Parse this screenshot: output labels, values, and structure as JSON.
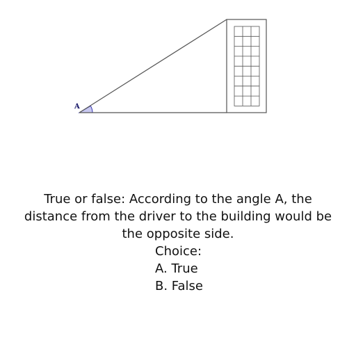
{
  "figure": {
    "angle_label": "A",
    "colors": {
      "line": "#555555",
      "angle_fill": "#c8c8f0",
      "angle_stroke": "#3a3ab0",
      "label": "#1b1b6b"
    }
  },
  "question": {
    "text": "True or false: According to the angle A, the distance from the driver to the building would be the opposite side.",
    "choice_heading": "Choice:",
    "options": [
      "A. True",
      "B. False"
    ]
  }
}
